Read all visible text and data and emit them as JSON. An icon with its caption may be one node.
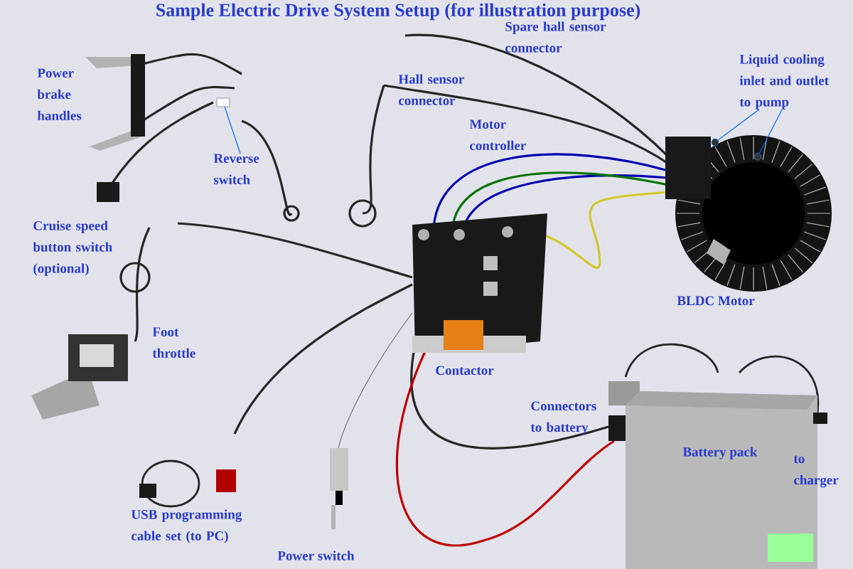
{
  "diagram": {
    "title": "Sample Electric Drive System Setup (for illustration purpose)",
    "nodes": [
      {
        "text": [
          "Reverse switch"
        ]
      },
      {
        "text": [],
        "shape": "box"
      },
      {
        "text": [
          "Liquid cooling inlet and outlet to pump"
        ]
      },
      {
        "text": [],
        "shape": "circle"
      },
      {
        "text": [],
        "shape": "circle"
      }
    ],
    "edges": [
      {
        "from": 0,
        "to": 1,
        "arrow": "none"
      },
      {
        "from": 2,
        "to": 3,
        "arrow": "none"
      },
      {
        "from": 2,
        "to": 4,
        "arrow": "none"
      }
    ],
    "labels": [
      "Spare hall sensor connector",
      "Power brake handles",
      "Hall sensor connector",
      "Motor controller",
      "Cruise speed button switch (optional)",
      "BLDC Motor",
      "Foot throttle",
      "Contactor",
      "Connectors to battery",
      "Battery pack",
      "to charger",
      "USB programming cable set (to PC)",
      "Power switch"
    ]
  }
}
